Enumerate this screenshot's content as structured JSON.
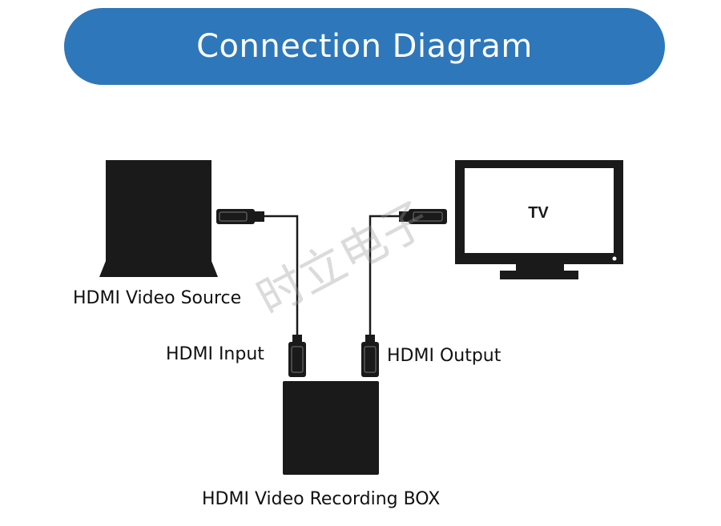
{
  "title": "Connection Diagram",
  "colors": {
    "banner": "#2e77bb",
    "device": "#1a1a1a",
    "banner_text": "#ffffff"
  },
  "nodes": {
    "source": "HDMI Video Source",
    "tv_screen": "TV",
    "box": "HDMI Video Recording BOX"
  },
  "ports": {
    "input": "HDMI Input",
    "output": "HDMI Output"
  },
  "watermark": "时立电子",
  "icons": [
    "laptop-icon",
    "tv-icon",
    "hdmi-plug-icon",
    "recording-box-icon"
  ]
}
